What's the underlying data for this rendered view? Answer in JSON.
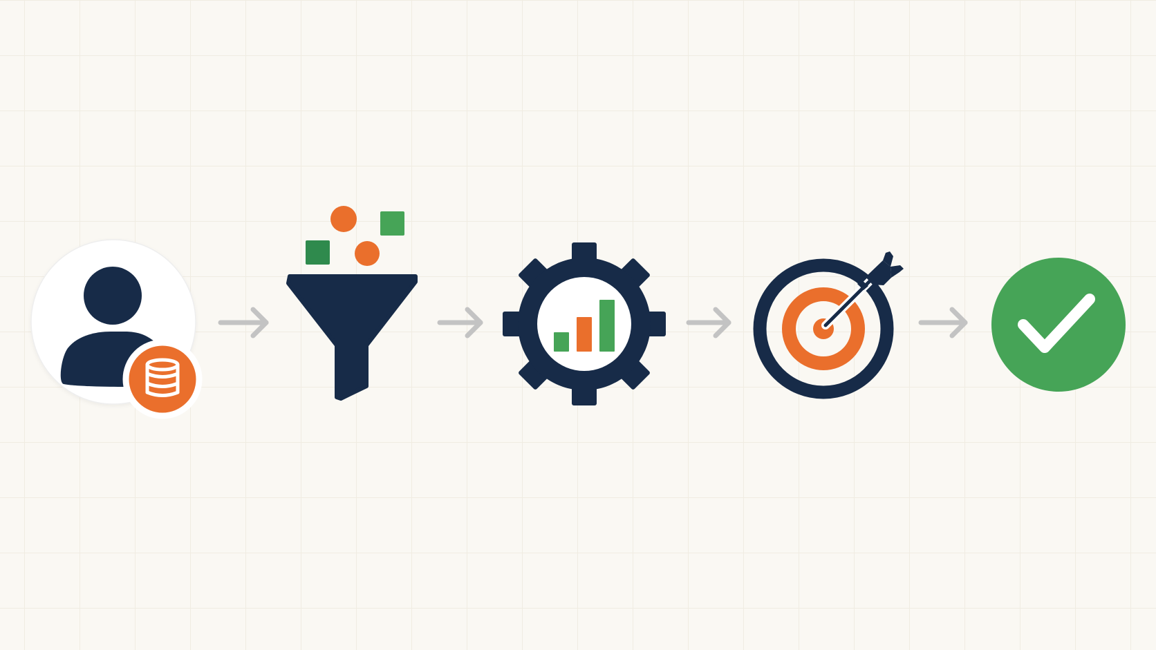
{
  "colors": {
    "navy": "#172b48",
    "orange": "#ea6f2c",
    "green": "#46a457",
    "dark_green": "#2f8a4d",
    "arrow_gray": "#c3c3c3",
    "background": "#faf8f3",
    "white": "#ffffff"
  },
  "steps": [
    {
      "id": "user-data",
      "icon": "user-database-icon"
    },
    {
      "id": "filter",
      "icon": "funnel-filter-icon"
    },
    {
      "id": "process",
      "icon": "gear-chart-icon"
    },
    {
      "id": "target",
      "icon": "target-arrow-icon"
    },
    {
      "id": "success",
      "icon": "check-circle-icon"
    }
  ],
  "connectors": [
    "arrow-right-icon",
    "arrow-right-icon",
    "arrow-right-icon",
    "arrow-right-icon"
  ]
}
